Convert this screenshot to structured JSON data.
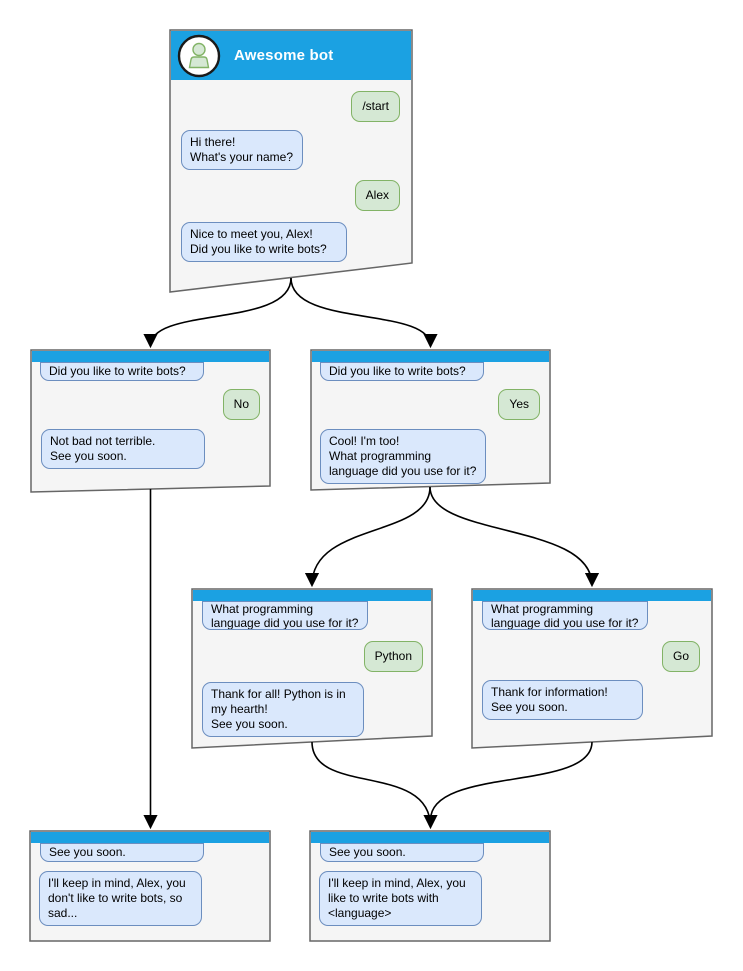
{
  "colors": {
    "header-blue": "#1BA1E2",
    "window-fill": "#F5F5F5",
    "window-border": "#666666",
    "bot-bubble-fill": "#DAE8FC",
    "bot-bubble-border": "#6C8EBF",
    "user-bubble-fill": "#D5E8D4",
    "user-bubble-border": "#82B366",
    "connector": "#000000",
    "title-text": "#FFFFFF"
  },
  "windows": {
    "start": {
      "title": "Awesome bot",
      "messages": [
        {
          "from": "user",
          "text": "/start"
        },
        {
          "from": "bot",
          "text": "Hi there!\nWhat's your name?"
        },
        {
          "from": "user",
          "text": "Alex"
        },
        {
          "from": "bot",
          "text": "Nice to meet you, Alex!\nDid you like to write bots?"
        }
      ]
    },
    "branch_no": {
      "messages": [
        {
          "from": "bot",
          "text": "Did you like to write bots?"
        },
        {
          "from": "user",
          "text": "No"
        },
        {
          "from": "bot",
          "text": "Not bad not terrible.\nSee you soon."
        }
      ]
    },
    "branch_yes": {
      "messages": [
        {
          "from": "bot",
          "text": "Did you like to write bots?"
        },
        {
          "from": "user",
          "text": "Yes"
        },
        {
          "from": "bot",
          "text": "Cool! I'm too!\nWhat programming\nlanguage did you use for it?"
        }
      ]
    },
    "lang_python": {
      "messages": [
        {
          "from": "bot",
          "text": "What programming\nlanguage did you use for it?"
        },
        {
          "from": "user",
          "text": "Python"
        },
        {
          "from": "bot",
          "text": "Thank for all! Python is in\nmy hearth!\nSee you soon."
        }
      ]
    },
    "lang_go": {
      "messages": [
        {
          "from": "bot",
          "text": "What programming\nlanguage did you use for it?"
        },
        {
          "from": "user",
          "text": "Go"
        },
        {
          "from": "bot",
          "text": "Thank for information!\nSee you soon."
        }
      ]
    },
    "end_no": {
      "messages": [
        {
          "from": "bot",
          "text": "See you soon."
        },
        {
          "from": "bot",
          "text": "I'll keep in mind, Alex, you\ndon't like to write bots, so\nsad..."
        }
      ]
    },
    "end_yes": {
      "messages": [
        {
          "from": "bot",
          "text": "See you soon."
        },
        {
          "from": "bot",
          "text": "I'll keep in mind, Alex, you\nlike to write bots with\n<language>"
        }
      ]
    }
  }
}
